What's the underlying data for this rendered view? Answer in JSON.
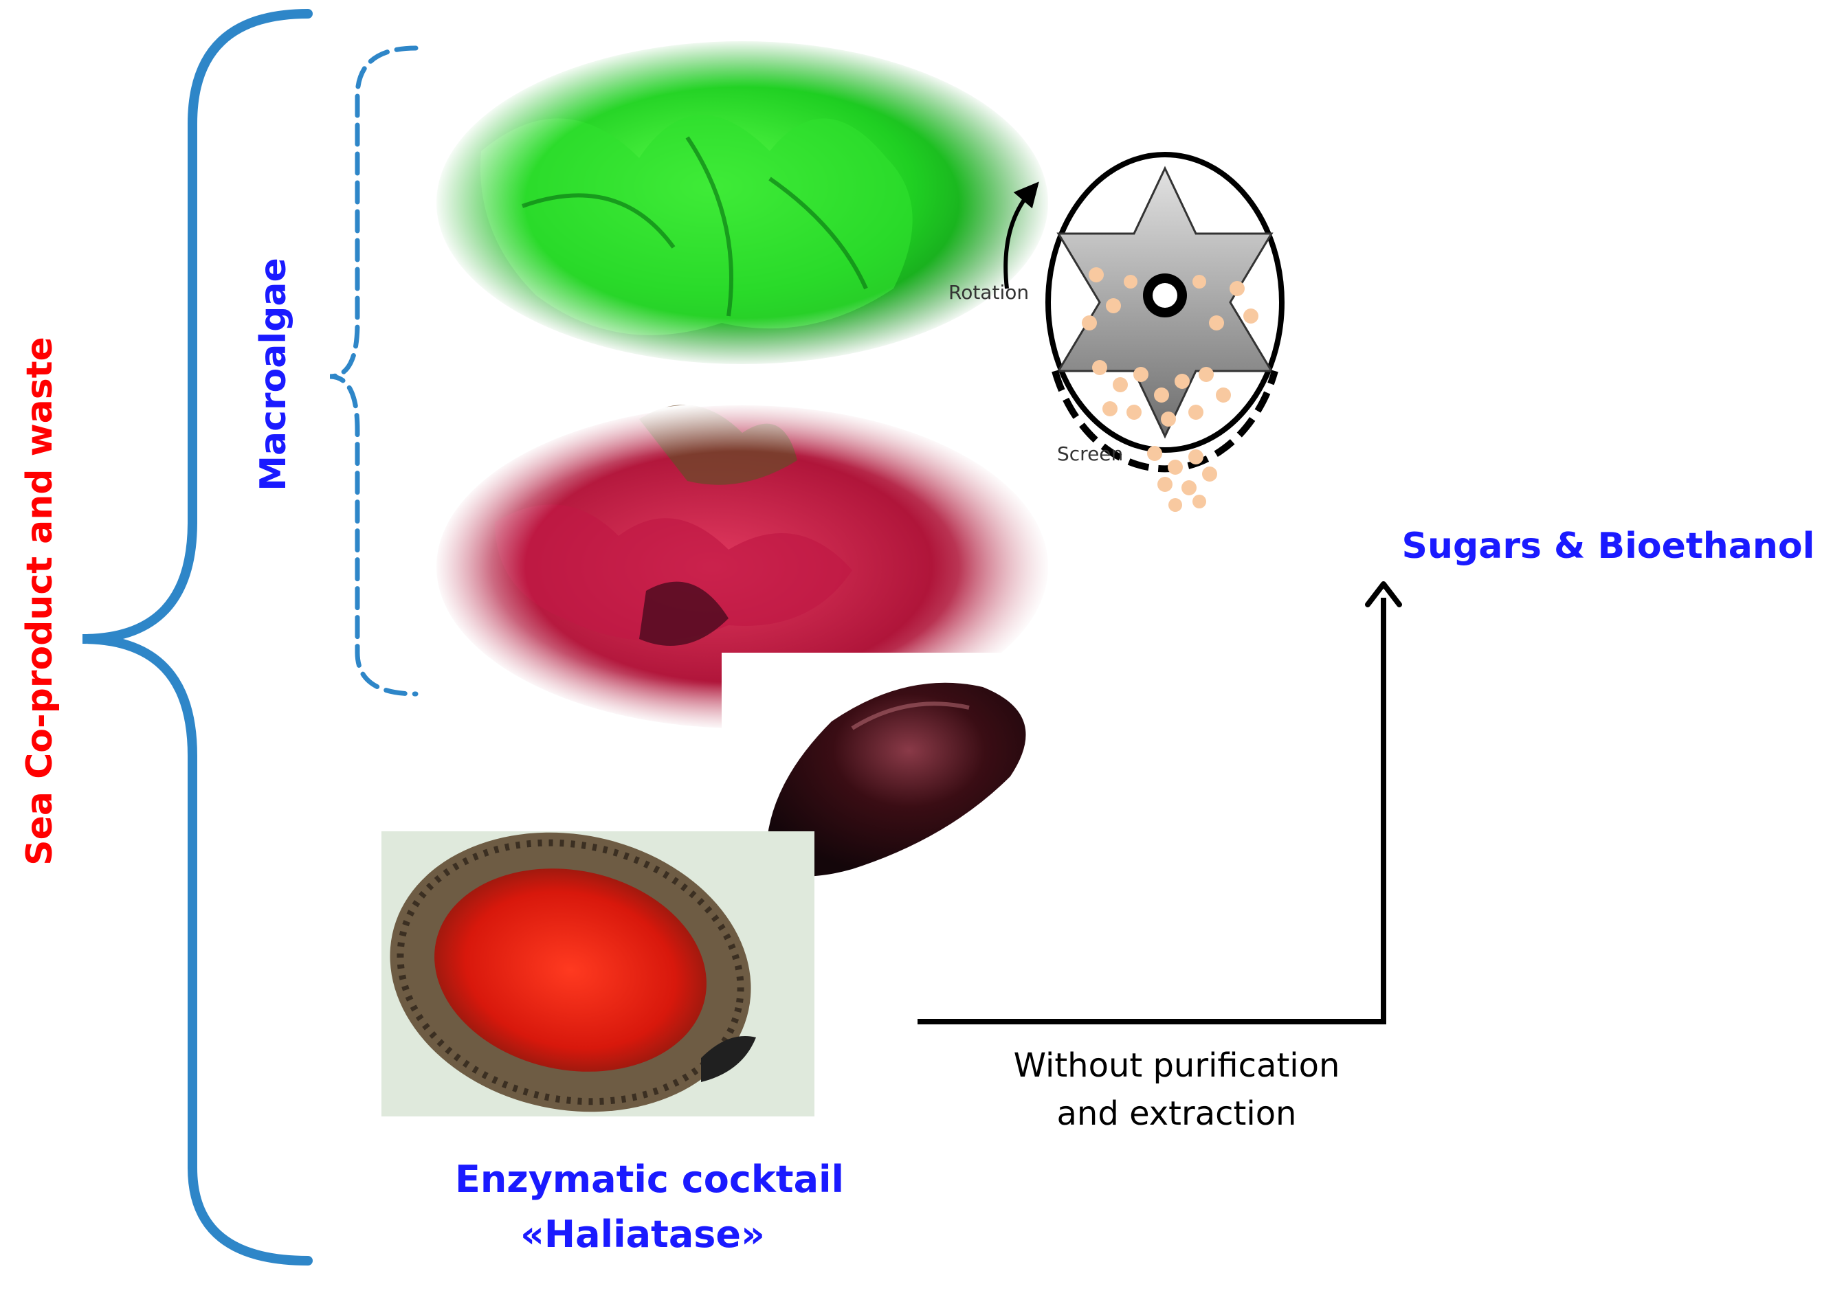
{
  "labels": {
    "outer_group": "Sea Co-product and waste",
    "inner_group": "Macroalgae",
    "enzyme_line1": "Enzymatic cocktail",
    "enzyme_line2": "«Haliatase»",
    "process_line1": "Without purification",
    "process_line2": "and extraction",
    "product": "Sugars & Bioethanol",
    "mill_rotation": "Rotation",
    "mill_screen": "Screen"
  },
  "images": {
    "green_alga": "green-macroalga-photo",
    "red_alga": "red-macroalga-photo",
    "mussel": "mussel-photo",
    "abalone": "abalone-photo",
    "mill": "rotor-mill-schematic"
  },
  "colors": {
    "outer_label": "#ff0000",
    "blue_label": "#1a1aff",
    "brace": "#2e86c8",
    "arrow": "#000000",
    "green_alga": "#22cc22",
    "red_alga": "#cc2244",
    "mussel": "#3a0d14",
    "abalone": "#dd1f10",
    "particle": "#f8c9a0"
  }
}
